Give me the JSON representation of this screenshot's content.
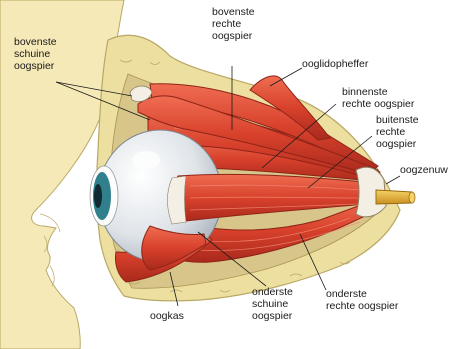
{
  "labels": {
    "superior_oblique": [
      "bovenste",
      "schuine",
      "oogspier"
    ],
    "superior_rectus": [
      "bovenste",
      "rechte",
      "oogspier"
    ],
    "levator": [
      "ooglidopheffer"
    ],
    "medial_rectus": [
      "binnenste",
      "rechte oogspier"
    ],
    "lateral_rectus": [
      "buitenste",
      "rechte",
      "oogspier"
    ],
    "optic_nerve": [
      "oogzenuw"
    ],
    "inferior_rectus": [
      "onderste",
      "rechte oogspier"
    ],
    "inferior_oblique": [
      "onderste",
      "schuine",
      "oogspier"
    ],
    "orbit": [
      "oogkas"
    ]
  },
  "colors": {
    "skin": "#f6e9b8",
    "bone": "#ecdf9f",
    "muscle": "#d8412c",
    "muscle_light": "#ee6a4f",
    "tendon": "#f4efe4",
    "sclera": "#dde2e7",
    "iris": "#2f7f8c",
    "nerve": "#e7b640"
  }
}
